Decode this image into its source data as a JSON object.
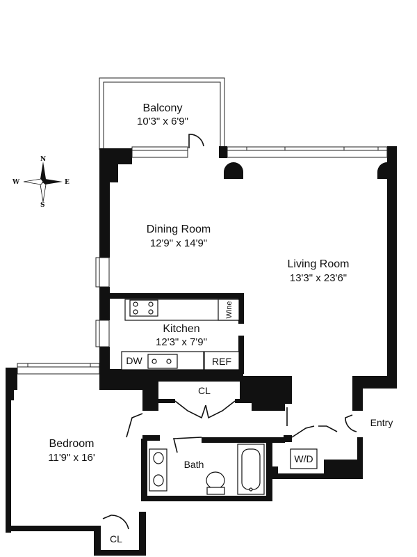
{
  "rooms": {
    "balcony": {
      "name": "Balcony",
      "dims": "10'3\" x 6'9\""
    },
    "dining": {
      "name": "Dining Room",
      "dims": "12'9\" x 14'9\""
    },
    "living": {
      "name": "Living Room",
      "dims": "13'3\" x 23'6\""
    },
    "kitchen": {
      "name": "Kitchen",
      "dims": "12'3\" x 7'9\""
    },
    "bedroom": {
      "name": "Bedroom",
      "dims": "11'9\" x 16'"
    },
    "bath": {
      "name": "Bath"
    }
  },
  "labels": {
    "closet_hall": "CL",
    "closet_bedroom": "CL",
    "entry": "Entry",
    "washer_dryer": "W/D",
    "dishwasher": "DW",
    "refrigerator": "REF",
    "wine": "Wine"
  },
  "compass": {
    "north": "N",
    "south": "S",
    "east": "E",
    "west": "W"
  }
}
